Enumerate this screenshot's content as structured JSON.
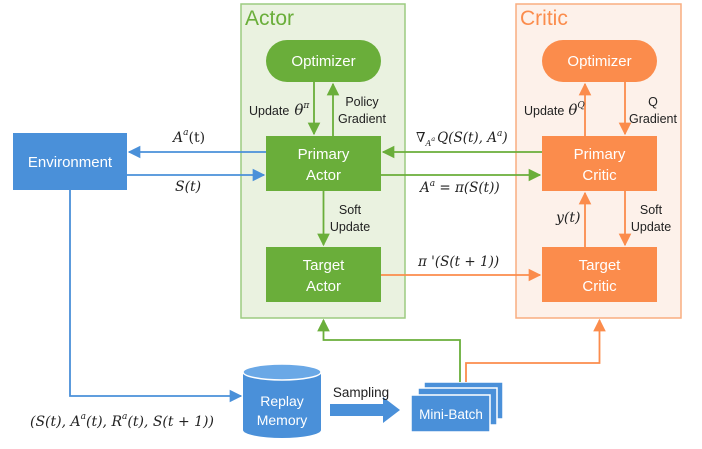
{
  "actor": {
    "title": "Actor",
    "optimizer": "Optimizer",
    "update_label": "Update",
    "update_symbol": "θ",
    "update_sup": "π",
    "policy_gradient_1": "Policy",
    "policy_gradient_2": "Gradient",
    "primary_1": "Primary",
    "primary_2": "Actor",
    "soft_update_1": "Soft",
    "soft_update_2": "Update",
    "target_1": "Target",
    "target_2": "Actor"
  },
  "critic": {
    "title": "Critic",
    "optimizer": "Optimizer",
    "update_label": "Update",
    "update_symbol": "θ",
    "update_sup": "Q",
    "q_gradient_1": "Q",
    "q_gradient_2": "Gradient",
    "primary_1": "Primary",
    "primary_2": "Critic",
    "soft_update_1": "Soft",
    "soft_update_2": "Update",
    "y_label": "y(t)",
    "target_1": "Target",
    "target_2": "Critic"
  },
  "environment": {
    "label": "Environment"
  },
  "edges": {
    "action_label": "A",
    "action_sup": "a",
    "action_suffix": "(t)",
    "state_label": "S(t)",
    "grad_prefix": "∇",
    "grad_sub": "A",
    "grad_sub_sup": "a",
    "grad_body": "Q(S(t), A",
    "grad_sup": "a",
    "grad_close": ")",
    "policy_lhs": "A",
    "policy_lhs_sup": "a",
    "policy_rhs": " = π(S(t))",
    "target_policy": "π '(S(t + 1))"
  },
  "replay": {
    "tuple": "(S(t), A",
    "tuple_sup1": "a",
    "tuple_mid": "(t), R",
    "tuple_sup2": "a",
    "tuple_end": "(t), S(t + 1))",
    "label_1": "Replay",
    "label_2": "Memory",
    "sampling": "Sampling",
    "minibatch": "Mini-Batch"
  },
  "colors": {
    "green": "#6aae3a",
    "green_light": "#eaf2e0",
    "green_border": "#9ccb80",
    "orange": "#fb8c4c",
    "orange_light": "#fdf1ea",
    "orange_border": "#f9ad80",
    "blue": "#4a90d9",
    "text_dark": "#222222"
  }
}
